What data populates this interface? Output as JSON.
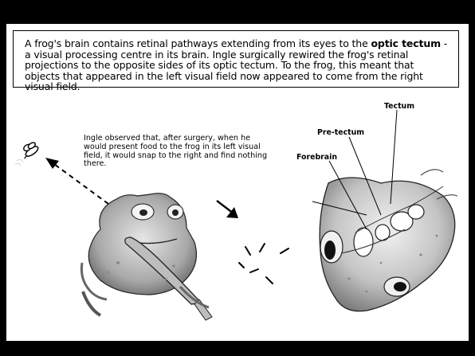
{
  "caption": {
    "part1": "A frog's brain contains retinal pathways extending from its eyes to the",
    "bold_term": "optic tectum",
    "part2": " - a visual processing centre in its brain. Ingle surgically rewired the frog's retinal projections to the opposite sides of its optic tectum. To the frog, this meant that objects that appeared in the left visual field now appeared to come from the right visual field."
  },
  "speech": "Ingle observed that, after surgery, when he would present food to the frog in its left visual field, it would snap to the right and find nothing there.",
  "labels": {
    "tectum": "Tectum",
    "pretectum": "Pre-tectum",
    "forebrain": "Forebrain"
  },
  "colors": {
    "background": "#000000",
    "panel": "#ffffff",
    "ink": "#000000",
    "shade": "#9a9a9a"
  }
}
